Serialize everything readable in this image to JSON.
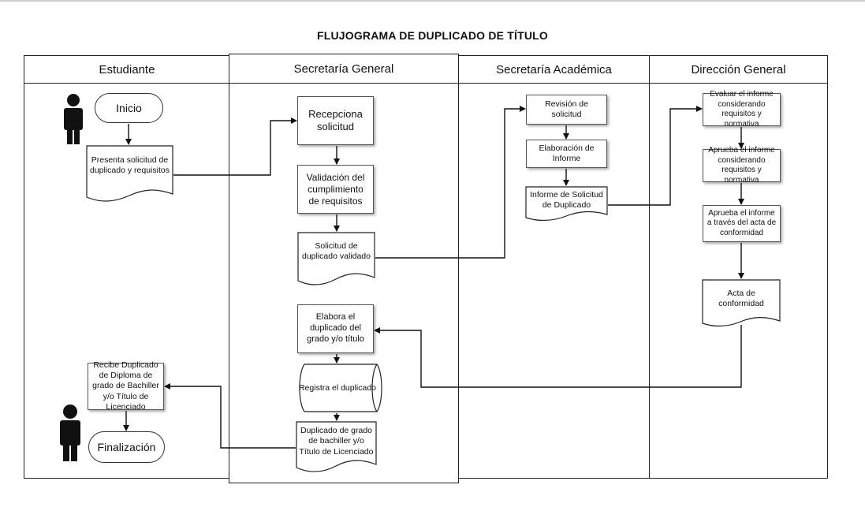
{
  "title": "FLUJOGRAMA DE DUPLICADO DE TÍTULO",
  "lanes": [
    {
      "name": "Estudiante"
    },
    {
      "name": "Secretaría General"
    },
    {
      "name": "Secretaría Académica"
    },
    {
      "name": "Dirección General"
    }
  ],
  "nodes": {
    "inicio": "Inicio",
    "presenta": "Presenta solicitud de duplicado y requisitos",
    "recepciona": "Recepciona solicitud",
    "validacion": "Validación del cumplimiento de requisitos",
    "solicitud_validado": "Solicitud de duplicado validado",
    "revision": "Revisión de solicitud",
    "elaboracion_informe": "Elaboración de Informe",
    "informe_solicitud": "Informe de Solicitud de Duplicado",
    "evaluar": "Evaluar el informe considerando requisitos y normativa",
    "aprueba1": "Aprueba el informe considerando requisitos y normativa",
    "aprueba2": "Aprueba el informe a través del acta de conformidad",
    "acta": "Acta de conformidad",
    "elabora_duplicado": "Elabora el duplicado del grado y/o título",
    "registra": "Registra el duplicado",
    "duplicado_grado": "Duplicado de grado de bachiller y/o Título de Licenciado",
    "recibe": "Recibe Duplicado de Diploma de grado de Bachiller y/o Título de Licenciado",
    "finalizacion": "Finalización"
  }
}
